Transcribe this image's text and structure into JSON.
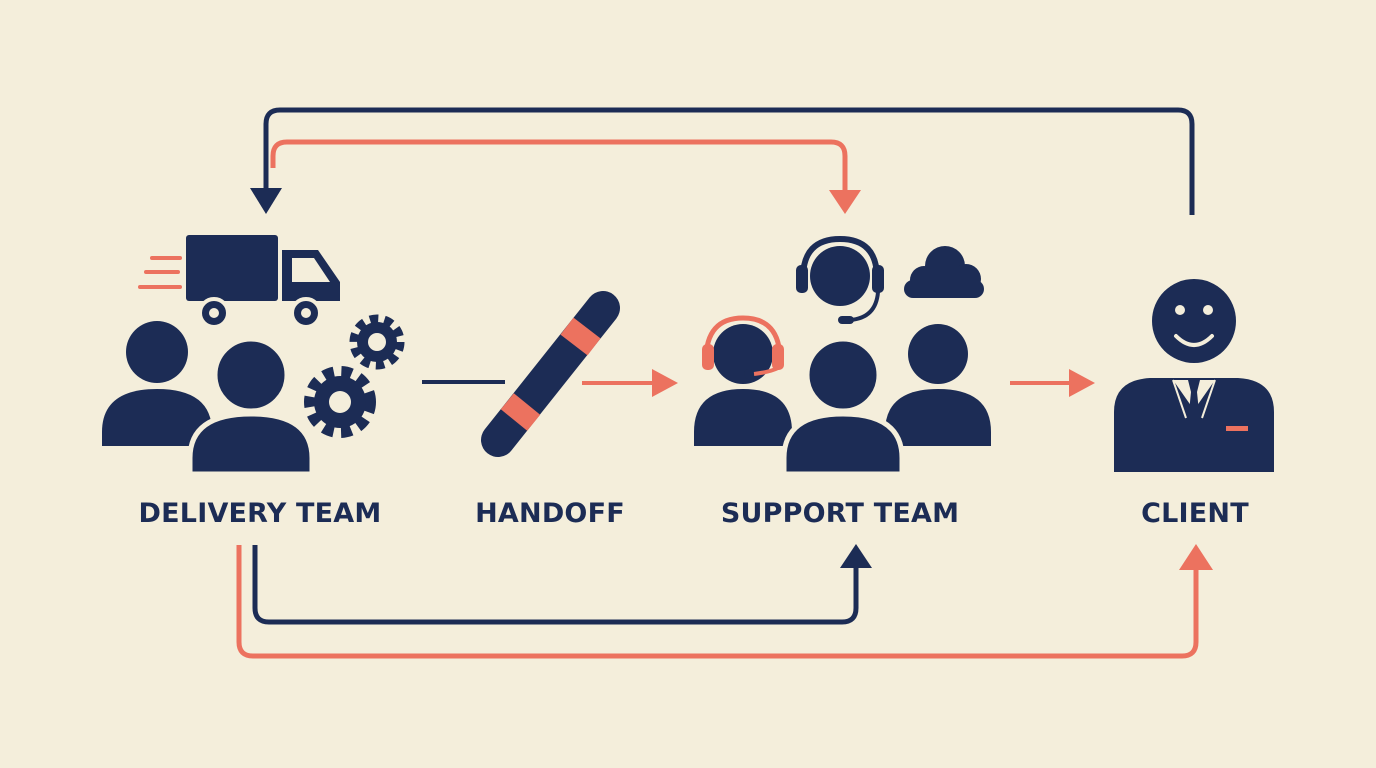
{
  "nodes": {
    "delivery": {
      "label": "DELIVERY TEAM",
      "icon": "delivery-team-icon"
    },
    "handoff": {
      "label": "HANDOFF",
      "icon": "baton-icon"
    },
    "support": {
      "label": "SUPPORT TEAM",
      "icon": "support-team-icon"
    },
    "client": {
      "label": "CLIENT",
      "icon": "client-icon"
    }
  },
  "colors": {
    "background": "#f4eedb",
    "navy": "#1c2c55",
    "coral": "#ec725f"
  }
}
